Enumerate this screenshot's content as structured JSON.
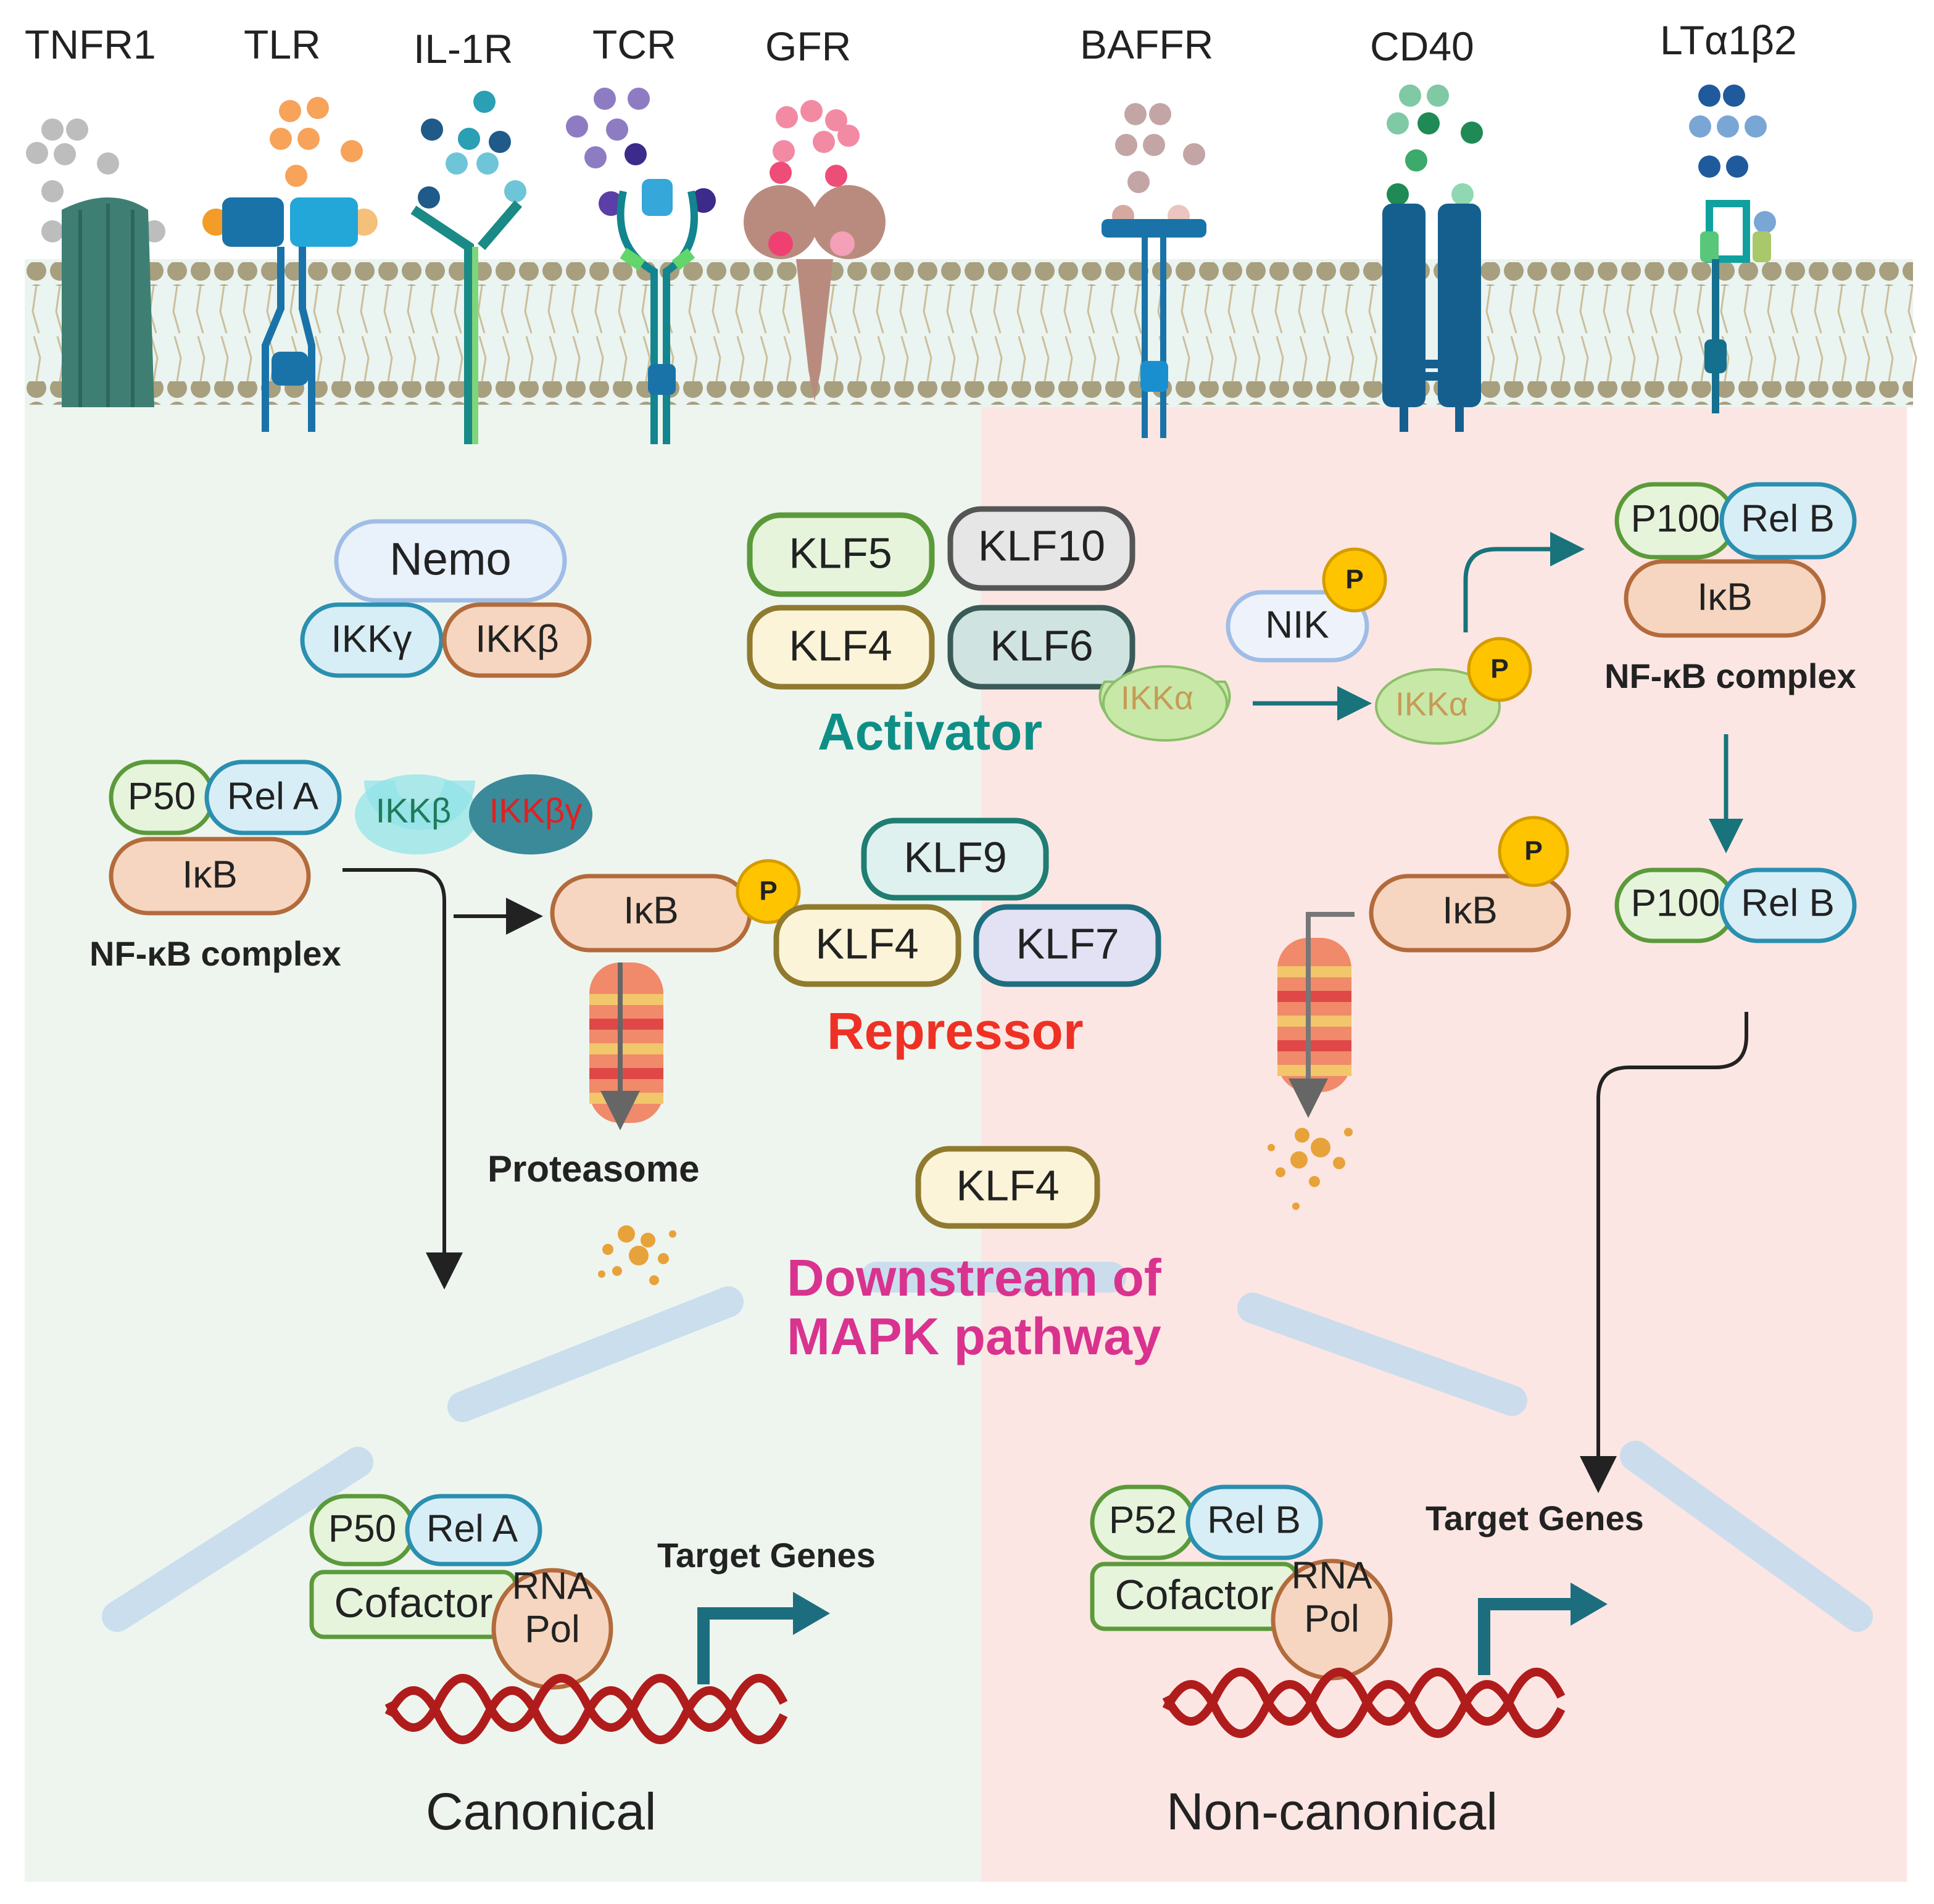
{
  "receptors": [
    "TNFR1",
    "TLR",
    "IL-1R",
    "TCR",
    "GFR",
    "BAFFR",
    "CD40",
    "LTα1β2"
  ],
  "canonical": {
    "kinase_complex": [
      "Nemo",
      "IKKγ",
      "IKKβ"
    ],
    "nfkb_complex": [
      "P50",
      "Rel A",
      "IκB"
    ],
    "nfkb_label": "NF-κB complex",
    "ikk_pair": [
      "IKKβ",
      "IKKβγ"
    ],
    "ikb": "IκB",
    "proteasome": "Proteasome",
    "nucleus_complex": [
      "P50",
      "Rel A",
      "Cofactor",
      "RNA",
      "Pol"
    ],
    "target_genes": "Target Genes",
    "title": "Canonical"
  },
  "klf": {
    "activators": [
      "KLF5",
      "KLF10",
      "KLF4",
      "KLF6"
    ],
    "activator_label": "Activator",
    "repressors": [
      "KLF9",
      "KLF4",
      "KLF7"
    ],
    "repressor_label": "Repressor",
    "mapk": "KLF4",
    "mapk_label_1": "Downstream of",
    "mapk_label_2": "MAPK pathway"
  },
  "noncanonical": {
    "nik": "NIK",
    "ikka": "IKKα",
    "p": "P",
    "complex": [
      "P100",
      "Rel B",
      "IκB"
    ],
    "nfkb_label": "NF-κB complex",
    "processed": [
      "P100",
      "Rel B"
    ],
    "ikb": "IκB",
    "nucleus_complex": [
      "P52",
      "Rel B",
      "Cofactor",
      "RNA",
      "Pol"
    ],
    "target_genes": "Target Genes",
    "title": "Non-canonical"
  },
  "colors": {
    "left_bg": "#eef5ef",
    "right_bg": "#fce6e3",
    "activator": "#0e8f86",
    "repressor": "#ee3124",
    "mapk": "#d9338f",
    "teal_dark": "#1f6e7f"
  }
}
